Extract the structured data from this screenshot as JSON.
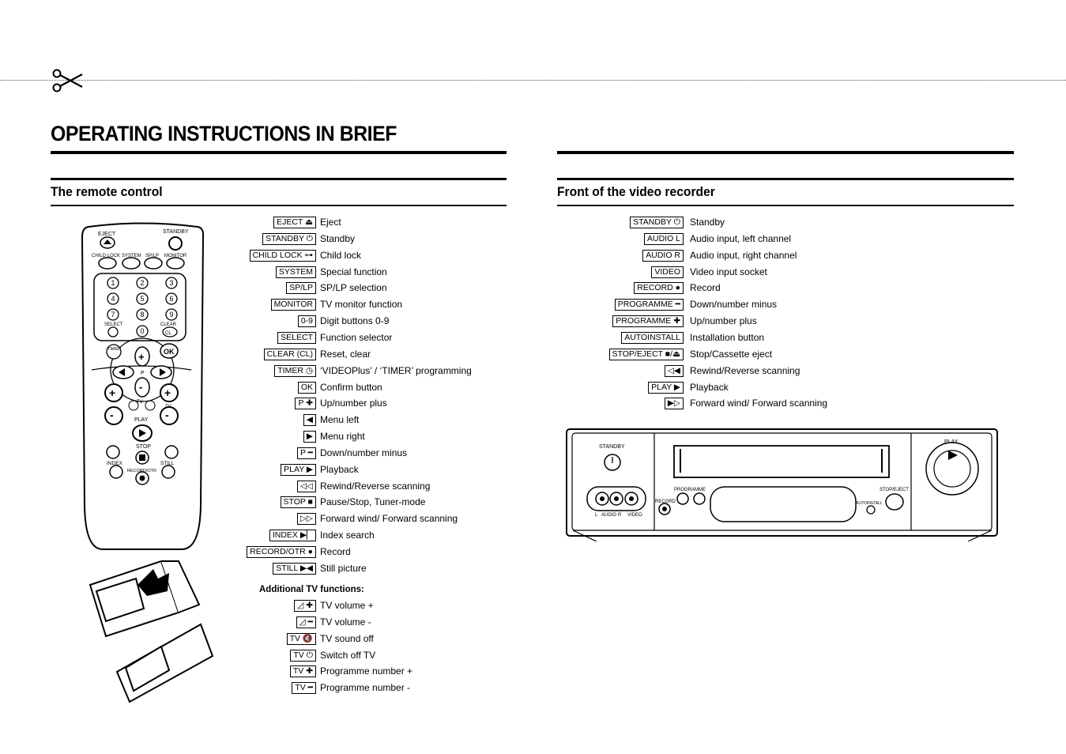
{
  "header": {
    "title": "OPERATING INSTRUCTIONS IN BRIEF"
  },
  "remote_section": {
    "title": "The remote control",
    "items": [
      {
        "key": "EJECT ⏏",
        "desc": "Eject"
      },
      {
        "key": "STANDBY ⏻",
        "desc": "Standby"
      },
      {
        "key": "CHILD LOCK ⊶",
        "desc": "Child lock"
      },
      {
        "key": "SYSTEM",
        "desc": "Special function"
      },
      {
        "key": "SP/LP",
        "desc": "SP/LP selection"
      },
      {
        "key": "MONITOR",
        "desc": "TV monitor function"
      },
      {
        "key": "0-9",
        "desc": "Digit buttons 0-9"
      },
      {
        "key": "SELECT",
        "desc": "Function selector"
      },
      {
        "key": "CLEAR (CL)",
        "desc": "Reset, clear"
      },
      {
        "key": "TIMER ◷",
        "desc": "‘VIDEOPlus’ / ‘TIMER’ programming"
      },
      {
        "key": "OK",
        "desc": "Confirm button"
      },
      {
        "key": "P ✚",
        "desc": "Up/number plus"
      },
      {
        "key": "◀",
        "desc": "Menu left"
      },
      {
        "key": "▶",
        "desc": "Menu right"
      },
      {
        "key": "P ━",
        "desc": "Down/number minus"
      },
      {
        "key": "PLAY ▶",
        "desc": "Playback"
      },
      {
        "key": "◁◁",
        "desc": "Rewind/Reverse scanning"
      },
      {
        "key": "STOP ■",
        "desc": "Pause/Stop, Tuner-mode"
      },
      {
        "key": "▷▷",
        "desc": "Forward wind/ Forward scanning"
      },
      {
        "key": "INDEX ▶▏",
        "desc": "Index search"
      },
      {
        "key": "RECORD/OTR ●",
        "desc": "Record"
      },
      {
        "key": "STILL ▶◀",
        "desc": "Still picture"
      }
    ],
    "additional_title": "Additional TV functions:",
    "additional_items": [
      {
        "key": "◿ ✚",
        "desc": "TV volume +"
      },
      {
        "key": "◿ ━",
        "desc": "TV volume -"
      },
      {
        "key": "TV 🔇",
        "desc": "TV sound off"
      },
      {
        "key": "TV ⏻",
        "desc": "Switch off TV"
      },
      {
        "key": "TV ✚",
        "desc": "Programme number +"
      },
      {
        "key": "TV ━",
        "desc": "Programme number -"
      }
    ],
    "remote_labels": {
      "eject": "EJECT",
      "standby": "STANDBY",
      "child_lock": "CHILD LOCK",
      "system": "SYSTEM",
      "splp": "SP/LP",
      "monitor": "MONITOR",
      "select": "SELECT",
      "clear": "CLEAR",
      "cl": "CL",
      "timer": "TIMER",
      "ok": "OK",
      "p": "P",
      "tv": "TV",
      "play": "PLAY",
      "stop": "STOP",
      "index": "INDEX",
      "still": "STILL",
      "record_otr": "RECORD/OTR",
      "digits": [
        "1",
        "2",
        "3",
        "4",
        "5",
        "6",
        "7",
        "8",
        "9",
        "0"
      ]
    }
  },
  "front_section": {
    "title": "Front of the video recorder",
    "items": [
      {
        "key": "STANDBY ⏻",
        "desc": "Standby"
      },
      {
        "key": "AUDIO L",
        "desc": "Audio input, left channel"
      },
      {
        "key": "AUDIO R",
        "desc": "Audio input, right channel"
      },
      {
        "key": "VIDEO",
        "desc": "Video input socket"
      },
      {
        "key": "RECORD ●",
        "desc": "Record"
      },
      {
        "key": "PROGRAMME ━",
        "desc": "Down/number minus"
      },
      {
        "key": "PROGRAMME ✚",
        "desc": "Up/number plus"
      },
      {
        "key": "AUTOINSTALL",
        "desc": "Installation button"
      },
      {
        "key": "STOP/EJECT ■/⏏",
        "desc": "Stop/Cassette eject"
      },
      {
        "key": "◁◀",
        "desc": "Rewind/Reverse scanning"
      },
      {
        "key": "PLAY ▶",
        "desc": "Playback"
      },
      {
        "key": "▶▷",
        "desc": "Forward wind/ Forward scanning"
      }
    ],
    "vcr_labels": {
      "standby": "STANDBY",
      "play": "PLAY",
      "programme": "PROGRAMME",
      "stop_eject": "STOP/EJECT",
      "record": "RECORD",
      "autoinstall": "AUTOINSTALL",
      "l": "L",
      "audio": "AUDIO",
      "r": "R",
      "video": "VIDEO"
    }
  }
}
